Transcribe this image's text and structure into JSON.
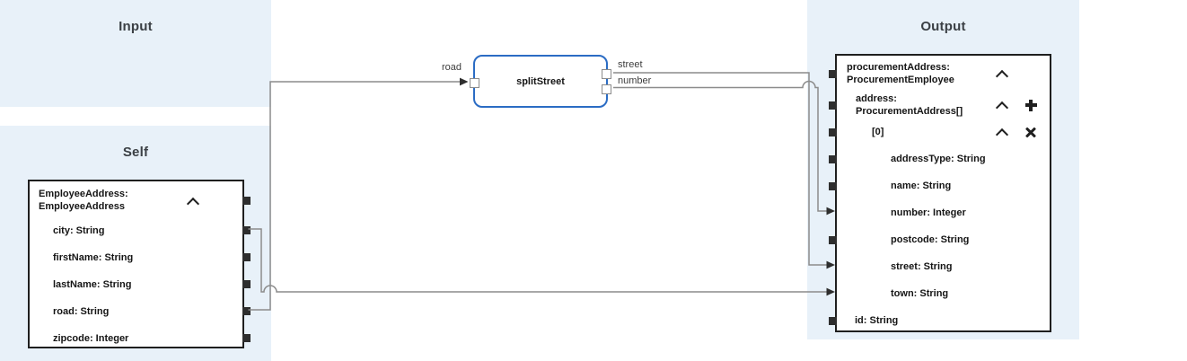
{
  "panels": {
    "input": {
      "title": "Input"
    },
    "self": {
      "title": "Self"
    },
    "output": {
      "title": "Output"
    }
  },
  "self_node": {
    "title_line1": "EmployeeAddress:",
    "title_line2": "EmployeeAddress",
    "fields": [
      {
        "label": "city: String"
      },
      {
        "label": "firstName: String"
      },
      {
        "label": "lastName: String"
      },
      {
        "label": "road: String"
      },
      {
        "label": "zipcode: Integer"
      }
    ]
  },
  "function_node": {
    "label": "splitStreet",
    "input_port_label": "road",
    "output_port_labels": [
      "street",
      "number"
    ]
  },
  "output_node": {
    "header_line1": "procurementAddress:",
    "header_line2": "ProcurementEmployee",
    "address_line1": "address:",
    "address_line2": "ProcurementAddress[]",
    "index_label": "[0]",
    "fields": [
      {
        "label": "addressType: String"
      },
      {
        "label": "name: String"
      },
      {
        "label": "number: Integer"
      },
      {
        "label": "postcode: String"
      },
      {
        "label": "street: String"
      },
      {
        "label": "town: String"
      }
    ],
    "id_label": "id: String"
  },
  "mappings": [
    {
      "source": "road",
      "target": "splitStreet.road"
    },
    {
      "source": "splitStreet.street",
      "target": "street"
    },
    {
      "source": "splitStreet.number",
      "target": "number"
    },
    {
      "source": "city",
      "target": "town"
    }
  ],
  "colors": {
    "panel_bg": "#e8f1f9",
    "node_border": "#1f1f1f",
    "function_node_border": "#2b6cc4",
    "edge": "#8c8c8c",
    "arrow": "#2e2e2e"
  }
}
